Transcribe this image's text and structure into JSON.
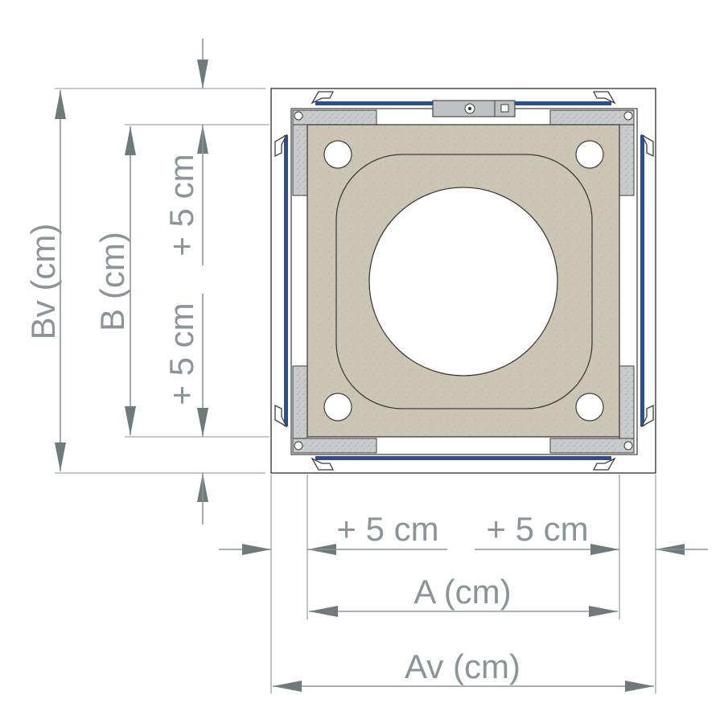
{
  "labels": {
    "bv": "Bv (cm)",
    "b": "B (cm)",
    "b_plus_top": "+ 5 cm",
    "b_plus_bottom": "+ 5 cm",
    "a_plus_left": "+ 5 cm",
    "a_plus_right": "+ 5 cm",
    "a": "A (cm)",
    "av": "Av (cm)"
  },
  "colors": {
    "dimension": "#8a9598",
    "arrow": "#6f7a7c",
    "plate": "#cbc6b3",
    "insulation": "#c9cbcc",
    "frame_blue": "#2b4f8c",
    "outline": "#3d3d3d"
  }
}
